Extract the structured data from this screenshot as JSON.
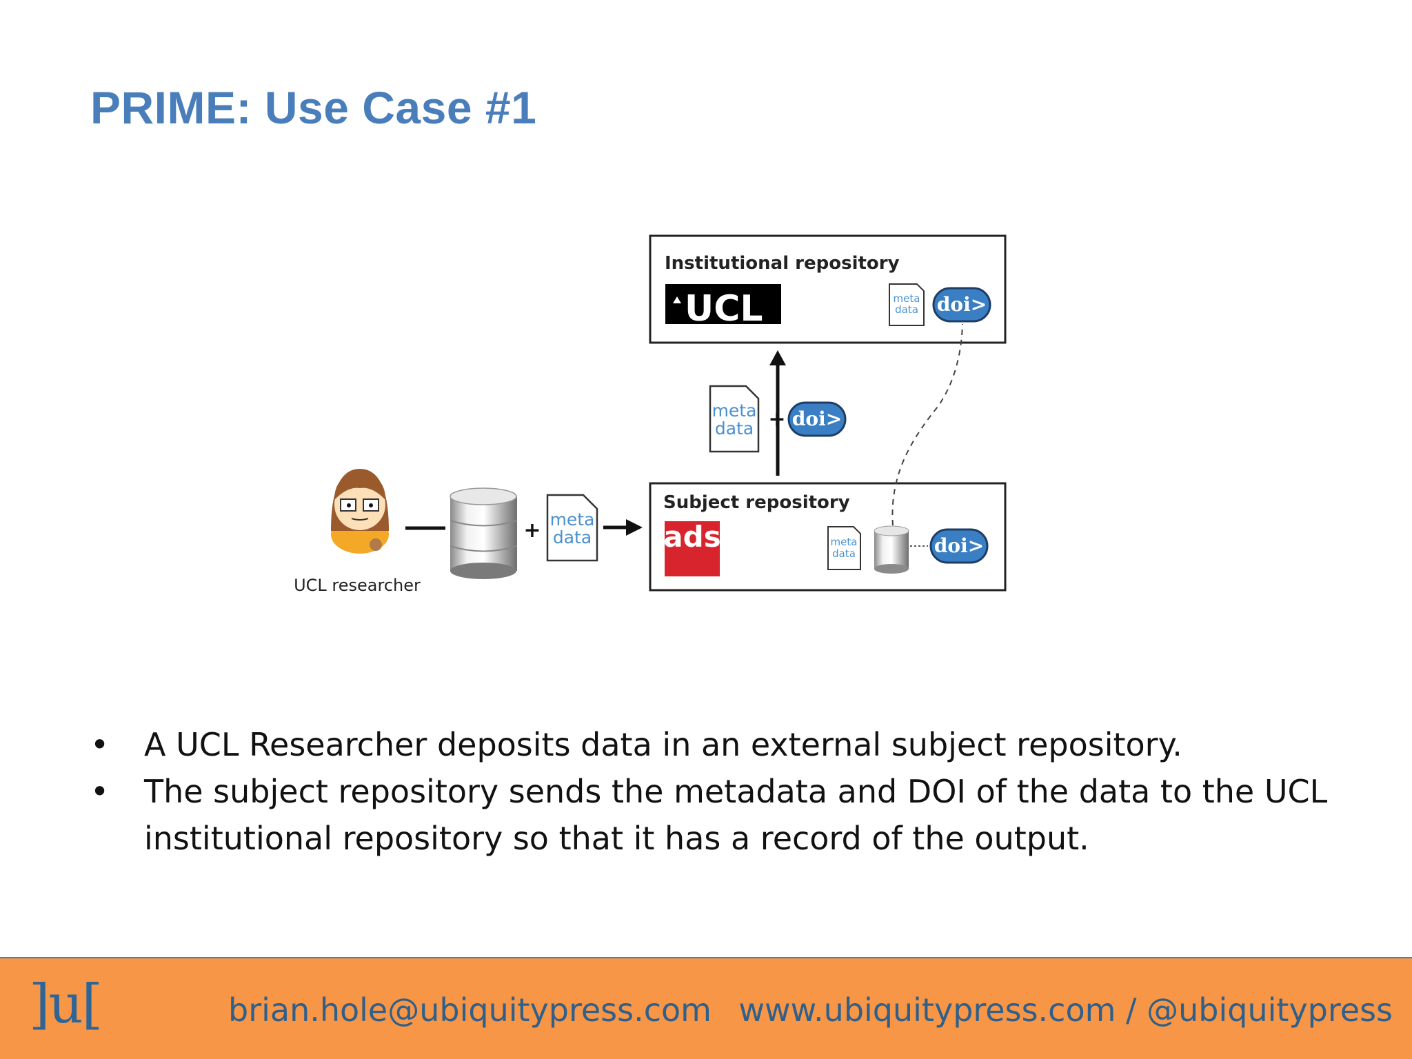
{
  "slide": {
    "title": "PRIME: Use Case #1"
  },
  "diagram": {
    "institutional_label": "Institutional repository",
    "ucl_logo_text": "UCL",
    "subject_label": "Subject repository",
    "ads_logo_text": "ads",
    "researcher_label": "UCL researcher",
    "doc_line1": "meta",
    "doc_line2": "data",
    "doi_text": "doi>",
    "plus": "+"
  },
  "bullets": [
    "A UCL Researcher deposits data in an external subject repository.",
    "The subject repository sends the metadata and DOI of the data to the UCL institutional repository so that it has a record of the output."
  ],
  "bullet_mark": "•",
  "footer": {
    "logo": "]u[",
    "email": "brian.hole@ubiquitypress.com",
    "web": "www.ubiquitypress.com / @ubiquitypress"
  },
  "colors": {
    "title": "#4a7ebb",
    "footer_bg": "#f79646",
    "doi_blue": "#3a7fc4",
    "ads_red": "#d8242c"
  }
}
